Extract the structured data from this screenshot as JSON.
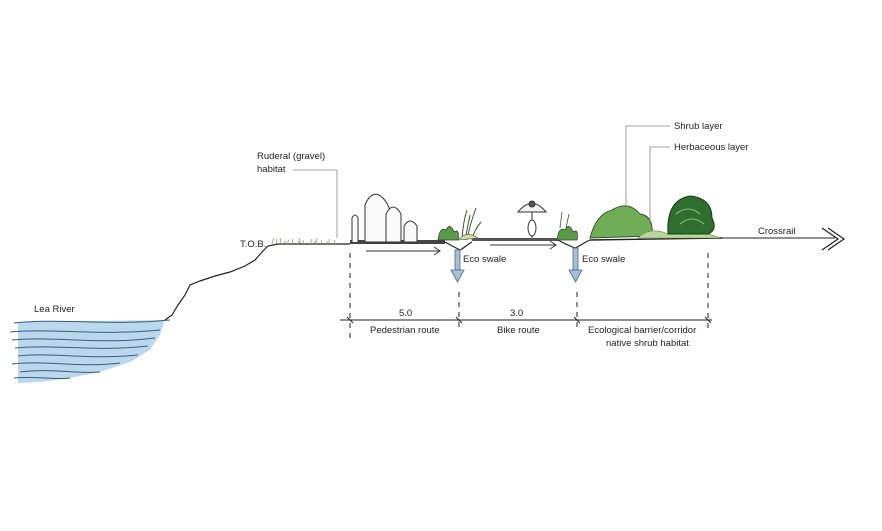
{
  "labels": {
    "river": "Lea River",
    "tob": "T.O.B.",
    "ruderal_line1": "Ruderal (gravel)",
    "ruderal_line2": "habitat",
    "shrub_layer": "Shrub layer",
    "herbaceous_layer": "Herbaceous layer",
    "crossrail": "Crossrail",
    "eco_swale_1": "Eco swale",
    "eco_swale_2": "Eco swale"
  },
  "dimensions": {
    "pedestrian_width": "5.0",
    "bike_width": "3.0",
    "pedestrian_label": "Pedestrian route",
    "bike_label": "Bike route",
    "eco_label_line1": "Ecological barrier/corridor",
    "eco_label_line2": "native shrub habitat"
  },
  "colors": {
    "water": "#bcd8ec",
    "water_lines": "#355f80",
    "ground": "#222222",
    "greenery": "#5a9a48",
    "dark_shrub": "#2f6e2f",
    "arrow_blue": "#a7bfd6"
  }
}
